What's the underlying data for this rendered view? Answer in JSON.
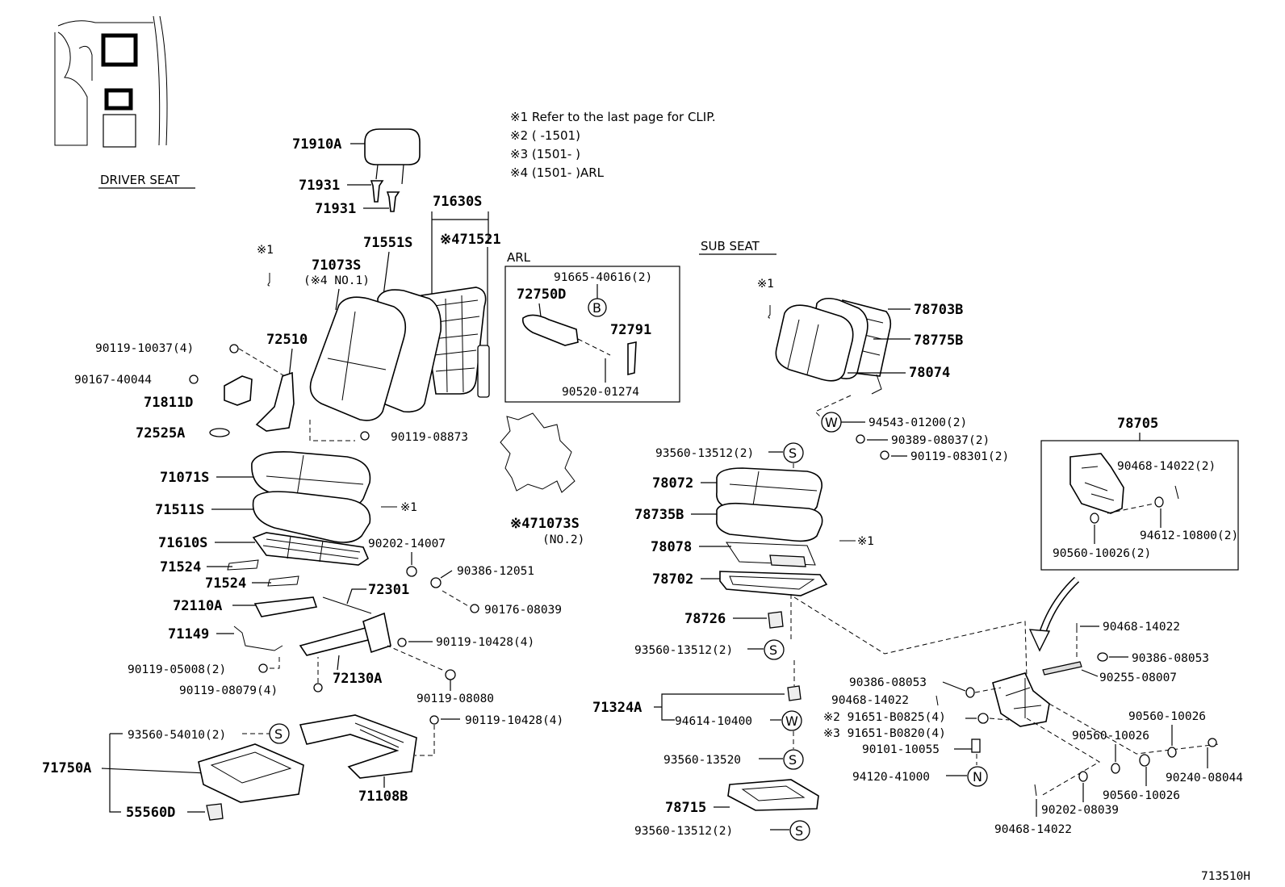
{
  "sections": {
    "driver_seat": "DRIVER SEAT",
    "sub_seat": "SUB SEAT",
    "arl": "ARL"
  },
  "notes": [
    "※1 Refer to the last page for CLIP.",
    "※2 (      -1501)",
    "※3 (1501-      )",
    "※4 (1501-      )ARL"
  ],
  "labels": {
    "p71910A": "71910A",
    "p71931a": "71931",
    "p71931b": "71931",
    "p71630S": "71630S",
    "p71551S": "71551S",
    "p71521": "※471521",
    "p71073S": "71073S",
    "p71073Snote": "(※4 NO.1)",
    "c1a": "※1",
    "p72510": "72510",
    "p90119_10037": "90119-10037(4)",
    "p90167_40044": "90167-40044",
    "p71811D": "71811D",
    "p72525A": "72525A",
    "p90119_08873": "90119-08873",
    "p71071S": "71071S",
    "p71511S": "71511S",
    "c1b": "※1",
    "p71610S": "71610S",
    "p71524a": "71524",
    "p71524b": "71524",
    "p90202_14007": "90202-14007",
    "p90386_12051": "90386-12051",
    "p72301": "72301",
    "p72110A": "72110A",
    "p90176_08039": "90176-08039",
    "p71149": "71149",
    "p90119_10428a": "90119-10428(4)",
    "p90119_05008": "90119-05008(2)",
    "p72130A": "72130A",
    "p90119_08079": "90119-08079(4)",
    "p90119_08080": "90119-08080",
    "p90119_10428b": "90119-10428(4)",
    "p93560_54010": "93560-54010(2)",
    "p71750A": "71750A",
    "p71108B": "71108B",
    "p55560D": "55560D",
    "p91665_40616": "91665-40616(2)",
    "p72750D": "72750D",
    "p72791": "72791",
    "p90520_01274": "90520-01274",
    "p71073S2": "※471073S",
    "p71073S2note": "(NO.2)",
    "c1c": "※1",
    "p78703B": "78703B",
    "p78775B": "78775B",
    "p78074": "78074",
    "p94543_01200": "94543-01200(2)",
    "p90389_08037": "90389-08037(2)",
    "p90119_08301": "90119-08301(2)",
    "p93560_13512a": "93560-13512(2)",
    "p78072": "78072",
    "p78735B": "78735B",
    "p78078": "78078",
    "c1d": "※1",
    "p78702": "78702",
    "p78726": "78726",
    "p93560_13512b": "93560-13512(2)",
    "p71324A": "71324A",
    "p94614_10400": "94614-10400",
    "p93560_13520": "93560-13520",
    "p78715": "78715",
    "p93560_13512c": "93560-13512(2)",
    "p78705": "78705",
    "p90468_14022a": "90468-14022(2)",
    "p94612_10800": "94612-10800(2)",
    "p90560_10026a": "90560-10026(2)",
    "p90468_14022b": "90468-14022",
    "p90386_08053a": "90386-08053",
    "p90255_08007": "90255-08007",
    "p90386_08053b": "90386-08053",
    "p90468_14022c": "90468-14022",
    "p91651_B0825": "※2 91651-B0825(4)",
    "p91651_B0820": "※3 91651-B0820(4)",
    "p90101_10055": "90101-10055",
    "p94120_41000": "94120-41000",
    "p90560_10026b": "90560-10026",
    "p90560_10026c": "90560-10026",
    "p90240_08044": "90240-08044",
    "p90560_10026d": "90560-10026",
    "p90202_08039": "90202-08039",
    "p90468_14022d": "90468-14022"
  },
  "symbols": {
    "B": "B",
    "S": "S",
    "W": "W",
    "N": "N"
  },
  "figure_id": "713510H"
}
